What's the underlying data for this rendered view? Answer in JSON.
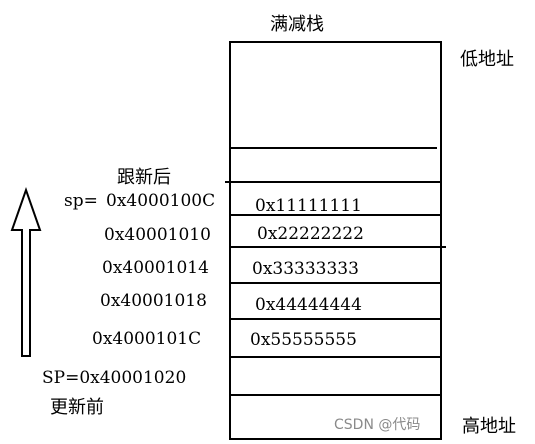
{
  "diagram": {
    "title": "满减栈",
    "low_address_label": "低地址",
    "high_address_label": "高地址",
    "after_update_label": "跟新后",
    "before_update_label": "更新前",
    "sp_after_label": "sp=",
    "sp_before_label": "SP=0x40001020",
    "addresses": [
      "0x4000100C",
      "0x40001010",
      "0x40001014",
      "0x40001018",
      "0x4000101C"
    ],
    "values": [
      "0x11111111",
      "0x22222222",
      "0x33333333",
      "0x44444444",
      "0x55555555"
    ],
    "colors": {
      "line": "#000000",
      "watermark": "#8a8a8a"
    }
  },
  "watermark": {
    "text": "CSDN @代码",
    "icon": "watermark-text"
  }
}
